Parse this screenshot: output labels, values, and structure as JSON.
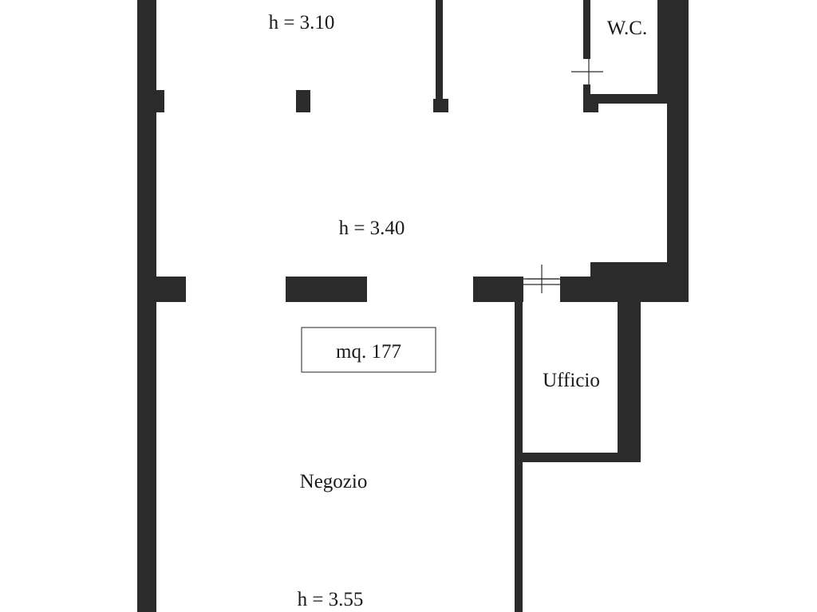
{
  "labels": {
    "height_top": "h = 3.10",
    "wc": "W.C.",
    "height_middle": "h = 3.40",
    "area": "mq. 177",
    "office": "Ufficio",
    "shop": "Negozio",
    "height_bottom": "h = 3.55"
  },
  "colors": {
    "wall": "#2b2b2b",
    "background": "#ffffff",
    "text": "#1a1a1a"
  }
}
